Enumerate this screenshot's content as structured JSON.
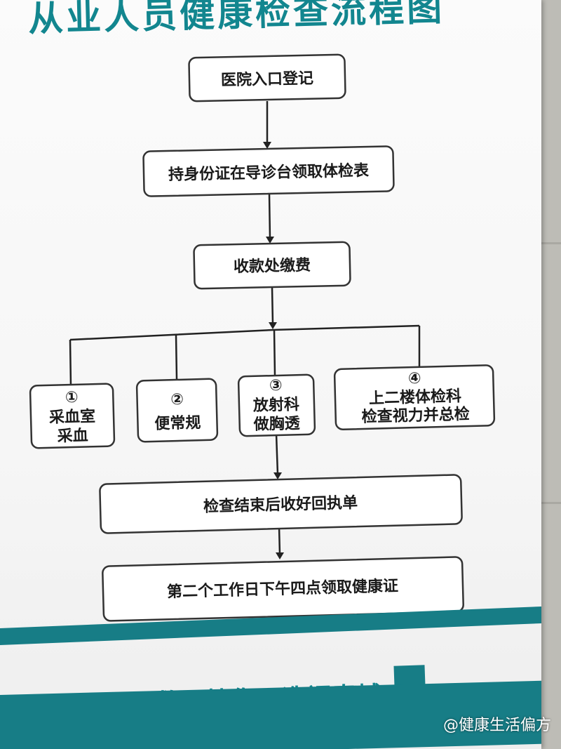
{
  "title": "从业人员健康检查流程图",
  "steps": {
    "register": "医院入口登记",
    "collect_form": "持身份证在导诊台领取体检表",
    "pay": "收款处缴费",
    "branch1_num": "①",
    "branch1_l1": "采血室",
    "branch1_l2": "采血",
    "branch2_num": "②",
    "branch2_l1": "便常规",
    "branch3_num": "③",
    "branch3_l1": "放射科",
    "branch3_l2": "做胸透",
    "branch4_num": "④",
    "branch4_l1": "上二楼体检科",
    "branch4_l2": "检查视力并总检",
    "receipt": "检查结束后收好回执单",
    "pickup": "第二个工作日下午四点领取健康证"
  },
  "slogan": "救死扶伤　造福春城",
  "watermark": "@健康生活偏方",
  "colors": {
    "brand": "#177d86",
    "box_stroke": "#333333"
  }
}
